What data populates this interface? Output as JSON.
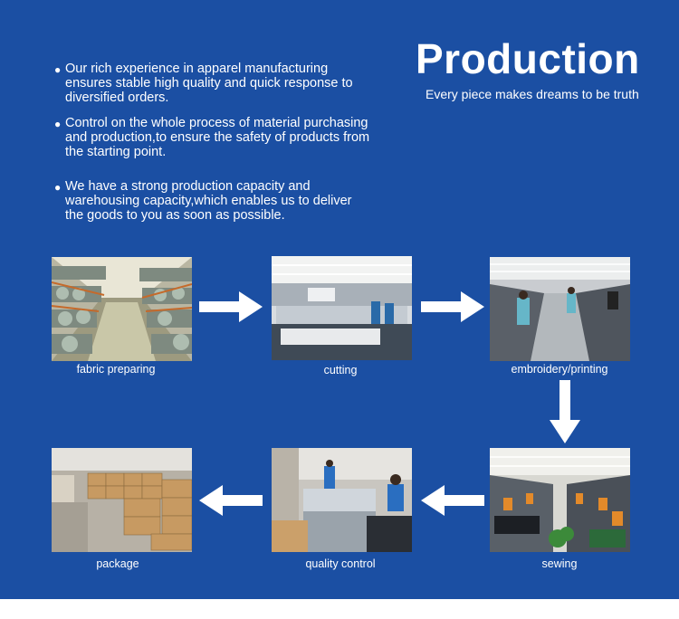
{
  "bullets": [
    "Our rich experience in apparel manufacturing ensures stable high quality and quick response to diversified orders.",
    "Control on the whole process of material purchasing and production,to ensure the safety of products from the starting point.",
    "We have a strong production capacity and warehousing capacity,which enables us to deliver the goods to you as soon as possible."
  ],
  "header": {
    "title": "Production",
    "subtitle": "Every piece makes dreams to be truth"
  },
  "steps": [
    {
      "label": "fabric preparing"
    },
    {
      "label": "cutting"
    },
    {
      "label": "embroidery/printing"
    },
    {
      "label": "sewing"
    },
    {
      "label": "quality control"
    },
    {
      "label": "package"
    }
  ],
  "colors": {
    "background": "#1b4fa3",
    "text": "#ffffff",
    "arrow": "#ffffff"
  }
}
